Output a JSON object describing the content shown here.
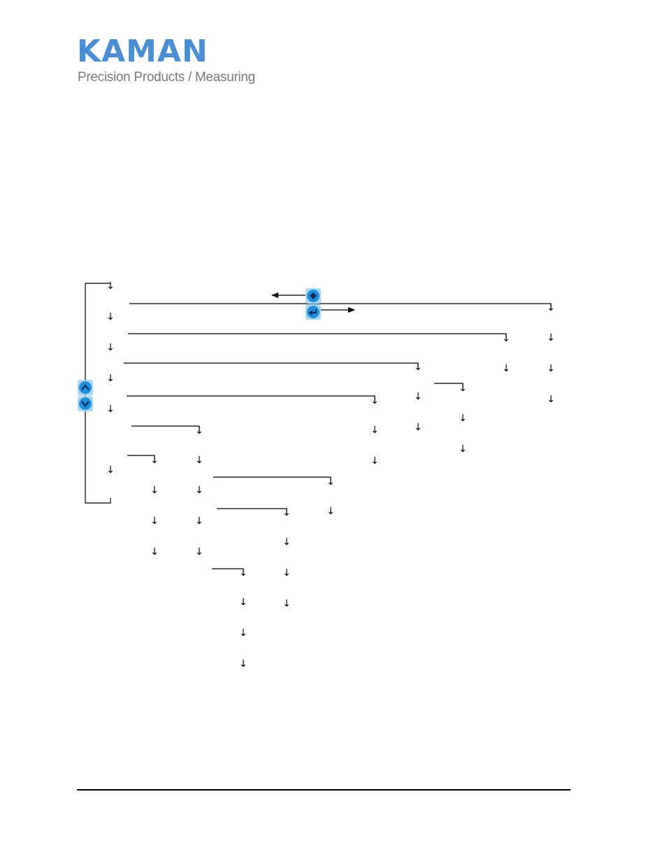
{
  "brand": {
    "name": "KAMAN",
    "division": "Precision Products / Measuring",
    "name_color": "#4a8fd4",
    "division_color": "#7a7a7a"
  },
  "diagram": {
    "line_color": "#000000",
    "button_color": "#1f8fe0",
    "button_frame_color": "#a9d8f5",
    "arrow_glyph": "↓",
    "buttons": [
      {
        "name": "enter-button",
        "icon": "diamond-icon"
      },
      {
        "name": "back-button",
        "icon": "return-arrow-icon"
      },
      {
        "name": "up-button",
        "icon": "chevron-up-icon"
      },
      {
        "name": "down-button",
        "icon": "chevron-down-icon"
      }
    ]
  }
}
